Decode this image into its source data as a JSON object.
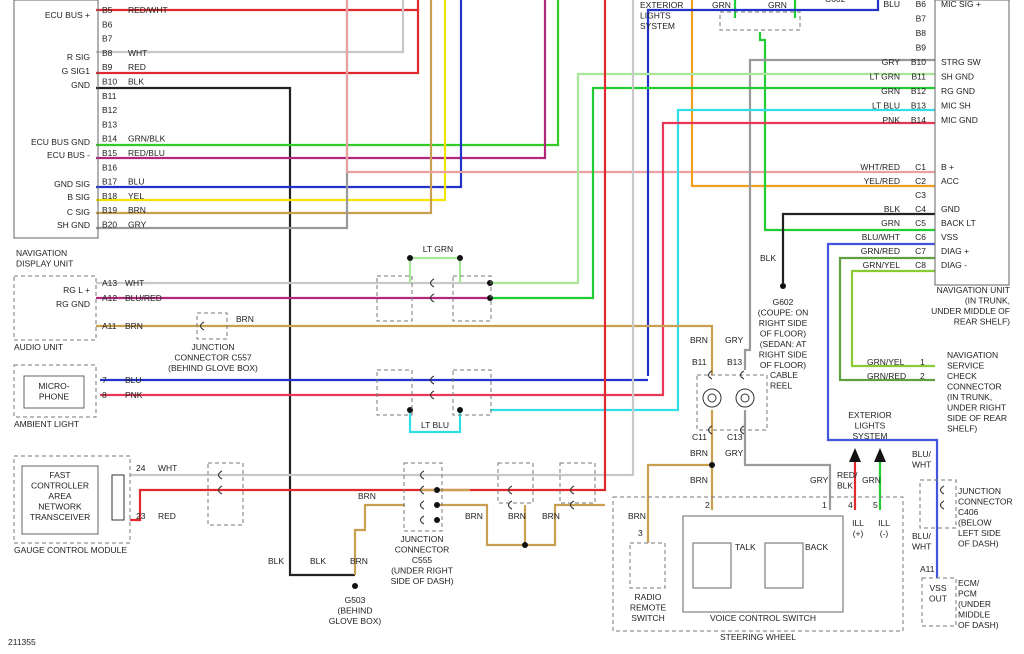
{
  "colors": {
    "wht": "#c8c8c8",
    "red": "#e0282e",
    "blk": "#222222",
    "grnblk": "#33cc22",
    "redblu": "#b0287a",
    "blu": "#2233cc",
    "yel": "#f2e600",
    "brn": "#c8a050",
    "gry": "#9a9a9a",
    "grn": "#22cc33",
    "ltgrn": "#a8e69a",
    "ltblu": "#33dde8",
    "pnk": "#e8385a",
    "yelred": "#f2a020",
    "whtred": "#e8a0a0",
    "grnred": "#60a040",
    "grnyel": "#88cc33",
    "bluwht": "#4455dd"
  },
  "nav_display": {
    "name": "NAVIGATION\nDISPLAY UNIT",
    "left_signals": [
      "ECU BUS +",
      "R SIG",
      "G SIG1",
      "GND",
      "ECU BUS GND",
      "ECU BUS -",
      "GND SIG",
      "B SIG",
      "C SIG",
      "SH GND"
    ],
    "pins": [
      {
        "pin": "B5",
        "wire": "RED/WHT"
      },
      {
        "pin": "B6",
        "wire": ""
      },
      {
        "pin": "B7",
        "wire": ""
      },
      {
        "pin": "B8",
        "wire": "WHT"
      },
      {
        "pin": "B9",
        "wire": "RED"
      },
      {
        "pin": "B10",
        "wire": "BLK"
      },
      {
        "pin": "B11",
        "wire": ""
      },
      {
        "pin": "B12",
        "wire": ""
      },
      {
        "pin": "B13",
        "wire": ""
      },
      {
        "pin": "B14",
        "wire": "GRN/BLK"
      },
      {
        "pin": "B15",
        "wire": "RED/BLU"
      },
      {
        "pin": "B16",
        "wire": ""
      },
      {
        "pin": "B17",
        "wire": "BLU"
      },
      {
        "pin": "B18",
        "wire": "YEL"
      },
      {
        "pin": "B19",
        "wire": "BRN"
      },
      {
        "pin": "B20",
        "wire": "GRY"
      }
    ]
  },
  "nav_unit": {
    "name": "NAVIGATION UNIT\n(IN TRUNK,\nUNDER MIDDLE OF\nREAR SHELF)",
    "pins": [
      {
        "pin": "B6",
        "wire": "BLU",
        "signal": "MIC SIG +"
      },
      {
        "pin": "B7",
        "wire": "",
        "signal": ""
      },
      {
        "pin": "B8",
        "wire": "",
        "signal": ""
      },
      {
        "pin": "B9",
        "wire": "",
        "signal": ""
      },
      {
        "pin": "B10",
        "wire": "GRY",
        "signal": "STRG SW"
      },
      {
        "pin": "B11",
        "wire": "LT GRN",
        "signal": "SH GND"
      },
      {
        "pin": "B12",
        "wire": "GRN",
        "signal": "RG GND"
      },
      {
        "pin": "B13",
        "wire": "LT BLU",
        "signal": "MIC SH"
      },
      {
        "pin": "B14",
        "wire": "PNK",
        "signal": "MIC GND"
      },
      {
        "pin": "C1",
        "wire": "WHT/RED",
        "signal": "B +"
      },
      {
        "pin": "C2",
        "wire": "YEL/RED",
        "signal": "ACC"
      },
      {
        "pin": "C3",
        "wire": "",
        "signal": ""
      },
      {
        "pin": "C4",
        "wire": "BLK",
        "signal": "GND"
      },
      {
        "pin": "C5",
        "wire": "GRN",
        "signal": "BACK LT"
      },
      {
        "pin": "C6",
        "wire": "BLU/WHT",
        "signal": "VSS"
      },
      {
        "pin": "C7",
        "wire": "GRN/RED",
        "signal": "DIAG +"
      },
      {
        "pin": "C8",
        "wire": "GRN/YEL",
        "signal": "DIAG -"
      }
    ]
  },
  "top_labels": {
    "ext_lights": "EXTERIOR\nLIGHTS\nSYSTEM",
    "grn1": "GRN",
    "grn2": "GRN",
    "c602": "C602"
  },
  "audio_unit": {
    "name": "AUDIO UNIT",
    "signals": [
      "RG L +",
      "RG GND"
    ],
    "pins": [
      {
        "pin": "A13",
        "wire": "WHT"
      },
      {
        "pin": "A12",
        "wire": "BLU/RED"
      },
      {
        "pin": "A11",
        "wire": "BRN"
      }
    ]
  },
  "ambient": {
    "name": "AMBIENT LIGHT",
    "mic": "MICRO-\nPHONE",
    "pins": [
      {
        "pin": "7",
        "wire": "BLU"
      },
      {
        "pin": "8",
        "wire": "PNK"
      }
    ]
  },
  "gauge": {
    "name": "GAUGE CONTROL MODULE",
    "transceiver": "FAST\nCONTROLLER\nAREA\nNETWORK\nTRANSCEIVER",
    "pins": [
      {
        "pin": "24",
        "wire": "WHT"
      },
      {
        "pin": "23",
        "wire": "RED"
      }
    ]
  },
  "labels": {
    "lt_grn": "LT GRN",
    "lt_blu": "LT BLU",
    "brn_c557": "BRN",
    "c557": "JUNCTION\nCONNECTOR C557\n(BEHIND GLOVE BOX)",
    "c555": "JUNCTION\nCONNECTOR\nC555\n(UNDER RIGHT\nSIDE OF DASH)",
    "g503": "G503\n(BEHIND\nGLOVE BOX)",
    "g602": "G602\n(COUPE: ON\nRIGHT SIDE\nOF FLOOR)\n(SEDAN: AT\nRIGHT SIDE\nOF FLOOR)",
    "blk_g602": "BLK",
    "blk1": "BLK",
    "blk2": "BLK",
    "brn_g503": "BRN",
    "brn_c555": "BRN",
    "brn_a": "BRN",
    "brn_b": "BRN",
    "brn_c": "BRN",
    "cable_reel": "CABLE\nREEL",
    "b11": "B11",
    "b13": "B13",
    "c11": "C11",
    "c13": "C13",
    "brn_b11": "BRN",
    "gry_b13": "GRY",
    "brn_c11": "BRN",
    "gry_c13": "GRY",
    "brn_sw": "BRN",
    "gry_sw": "GRY",
    "brn_radio": "BRN",
    "ext2": "EXTERIOR\nLIGHTS\nSYSTEM",
    "redblk": "RED/\nBLK",
    "grn_ill": "GRN",
    "pin2": "2",
    "pin1": "1",
    "pin3": "3",
    "pin4": "4",
    "pin5": "5",
    "ill_pos": "ILL\n(+)",
    "ill_neg": "ILL\n(-)",
    "talk": "TALK",
    "back": "BACK",
    "radio": "RADIO\nREMOTE\nSWITCH",
    "voice": "VOICE CONTROL SWITCH",
    "steering": "STEERING WHEEL",
    "dlc": "NAVIGATION\nSERVICE\nCHECK\nCONNECTOR\n(IN TRUNK,\nUNDER RIGHT\nSIDE OF REAR\nSHELF)",
    "dlc_w1": "GRN/YEL",
    "dlc_w2": "GRN/RED",
    "dlc_p1": "1",
    "dlc_p2": "2",
    "c406": "JUNCTION\nCONNECTOR\nC406\n(BELOW\nLEFT SIDE\nOF DASH)",
    "bluwht1": "BLU/\nWHT",
    "bluwht2": "BLU/\nWHT",
    "a11": "A11",
    "vss_out": "VSS\nOUT",
    "ecm": "ECM/\nPCM\n(UNDER\nMIDDLE\nOF DASH)",
    "fig": "211355"
  }
}
